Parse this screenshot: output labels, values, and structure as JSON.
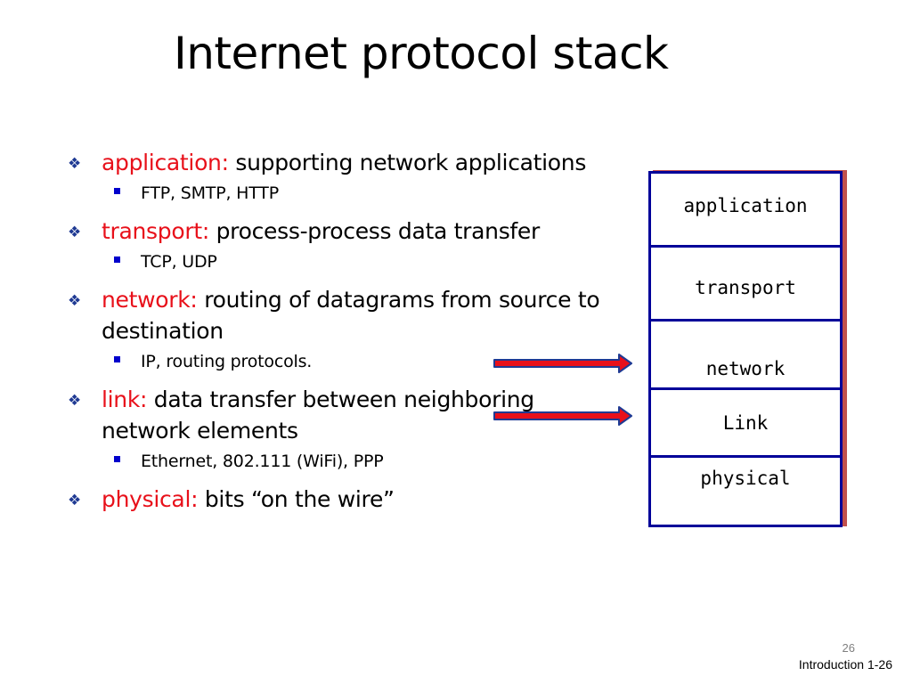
{
  "slide": {
    "title": "Internet protocol stack",
    "page_number": "26",
    "footer": "Introduction 1-26"
  },
  "bullets": [
    {
      "term": "application:",
      "text": " supporting network applications",
      "sub": "FTP, SMTP, HTTP"
    },
    {
      "term": "transport:",
      "text": " process-process data transfer",
      "sub": "TCP, UDP"
    },
    {
      "term": "network:",
      "text": " routing of datagrams from source to destination",
      "sub": "IP, routing protocols."
    },
    {
      "term": "link:",
      "text": " data transfer between neighboring network elements",
      "sub": "Ethernet, 802.111 (WiFi), PPP"
    },
    {
      "term": "physical:",
      "text": " bits “on the wire”",
      "sub": ""
    }
  ],
  "stack": {
    "layers": [
      "application",
      "transport",
      "network",
      "Link",
      "physical"
    ]
  },
  "colors": {
    "term": "#e8101a",
    "stack_border": "#000099",
    "stack_shadow": "#c0504d",
    "arrow_fill": "#e8101a",
    "arrow_outline": "#1f3a93",
    "diamond_bullet": "#1f3a93",
    "square_bullet": "#0000cc"
  },
  "icons": {
    "bullet_level1": "diamond-bullet-icon",
    "bullet_level2": "square-bullet-icon",
    "arrow": "right-arrow-icon"
  }
}
